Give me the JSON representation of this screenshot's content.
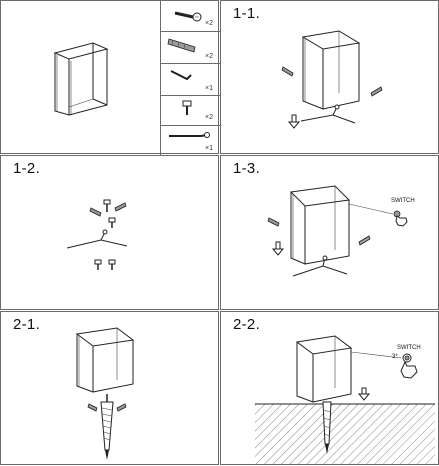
{
  "parts": [
    {
      "qty": "×2"
    },
    {
      "qty": "×2"
    },
    {
      "qty": "×1"
    },
    {
      "qty": "×2"
    },
    {
      "qty": "×1"
    }
  ],
  "steps": [
    {
      "label": "1-1."
    },
    {
      "label": "1-2."
    },
    {
      "label": "1-3."
    },
    {
      "label": "2-1."
    },
    {
      "label": "2-2."
    }
  ],
  "switch_label": "SWITCH",
  "rotation_label": "3*",
  "icons": [
    "screw-icon",
    "anchor-icon",
    "hex-key-icon",
    "bolt-icon",
    "spike-icon",
    "arrow-down-icon",
    "finger-press-icon"
  ]
}
